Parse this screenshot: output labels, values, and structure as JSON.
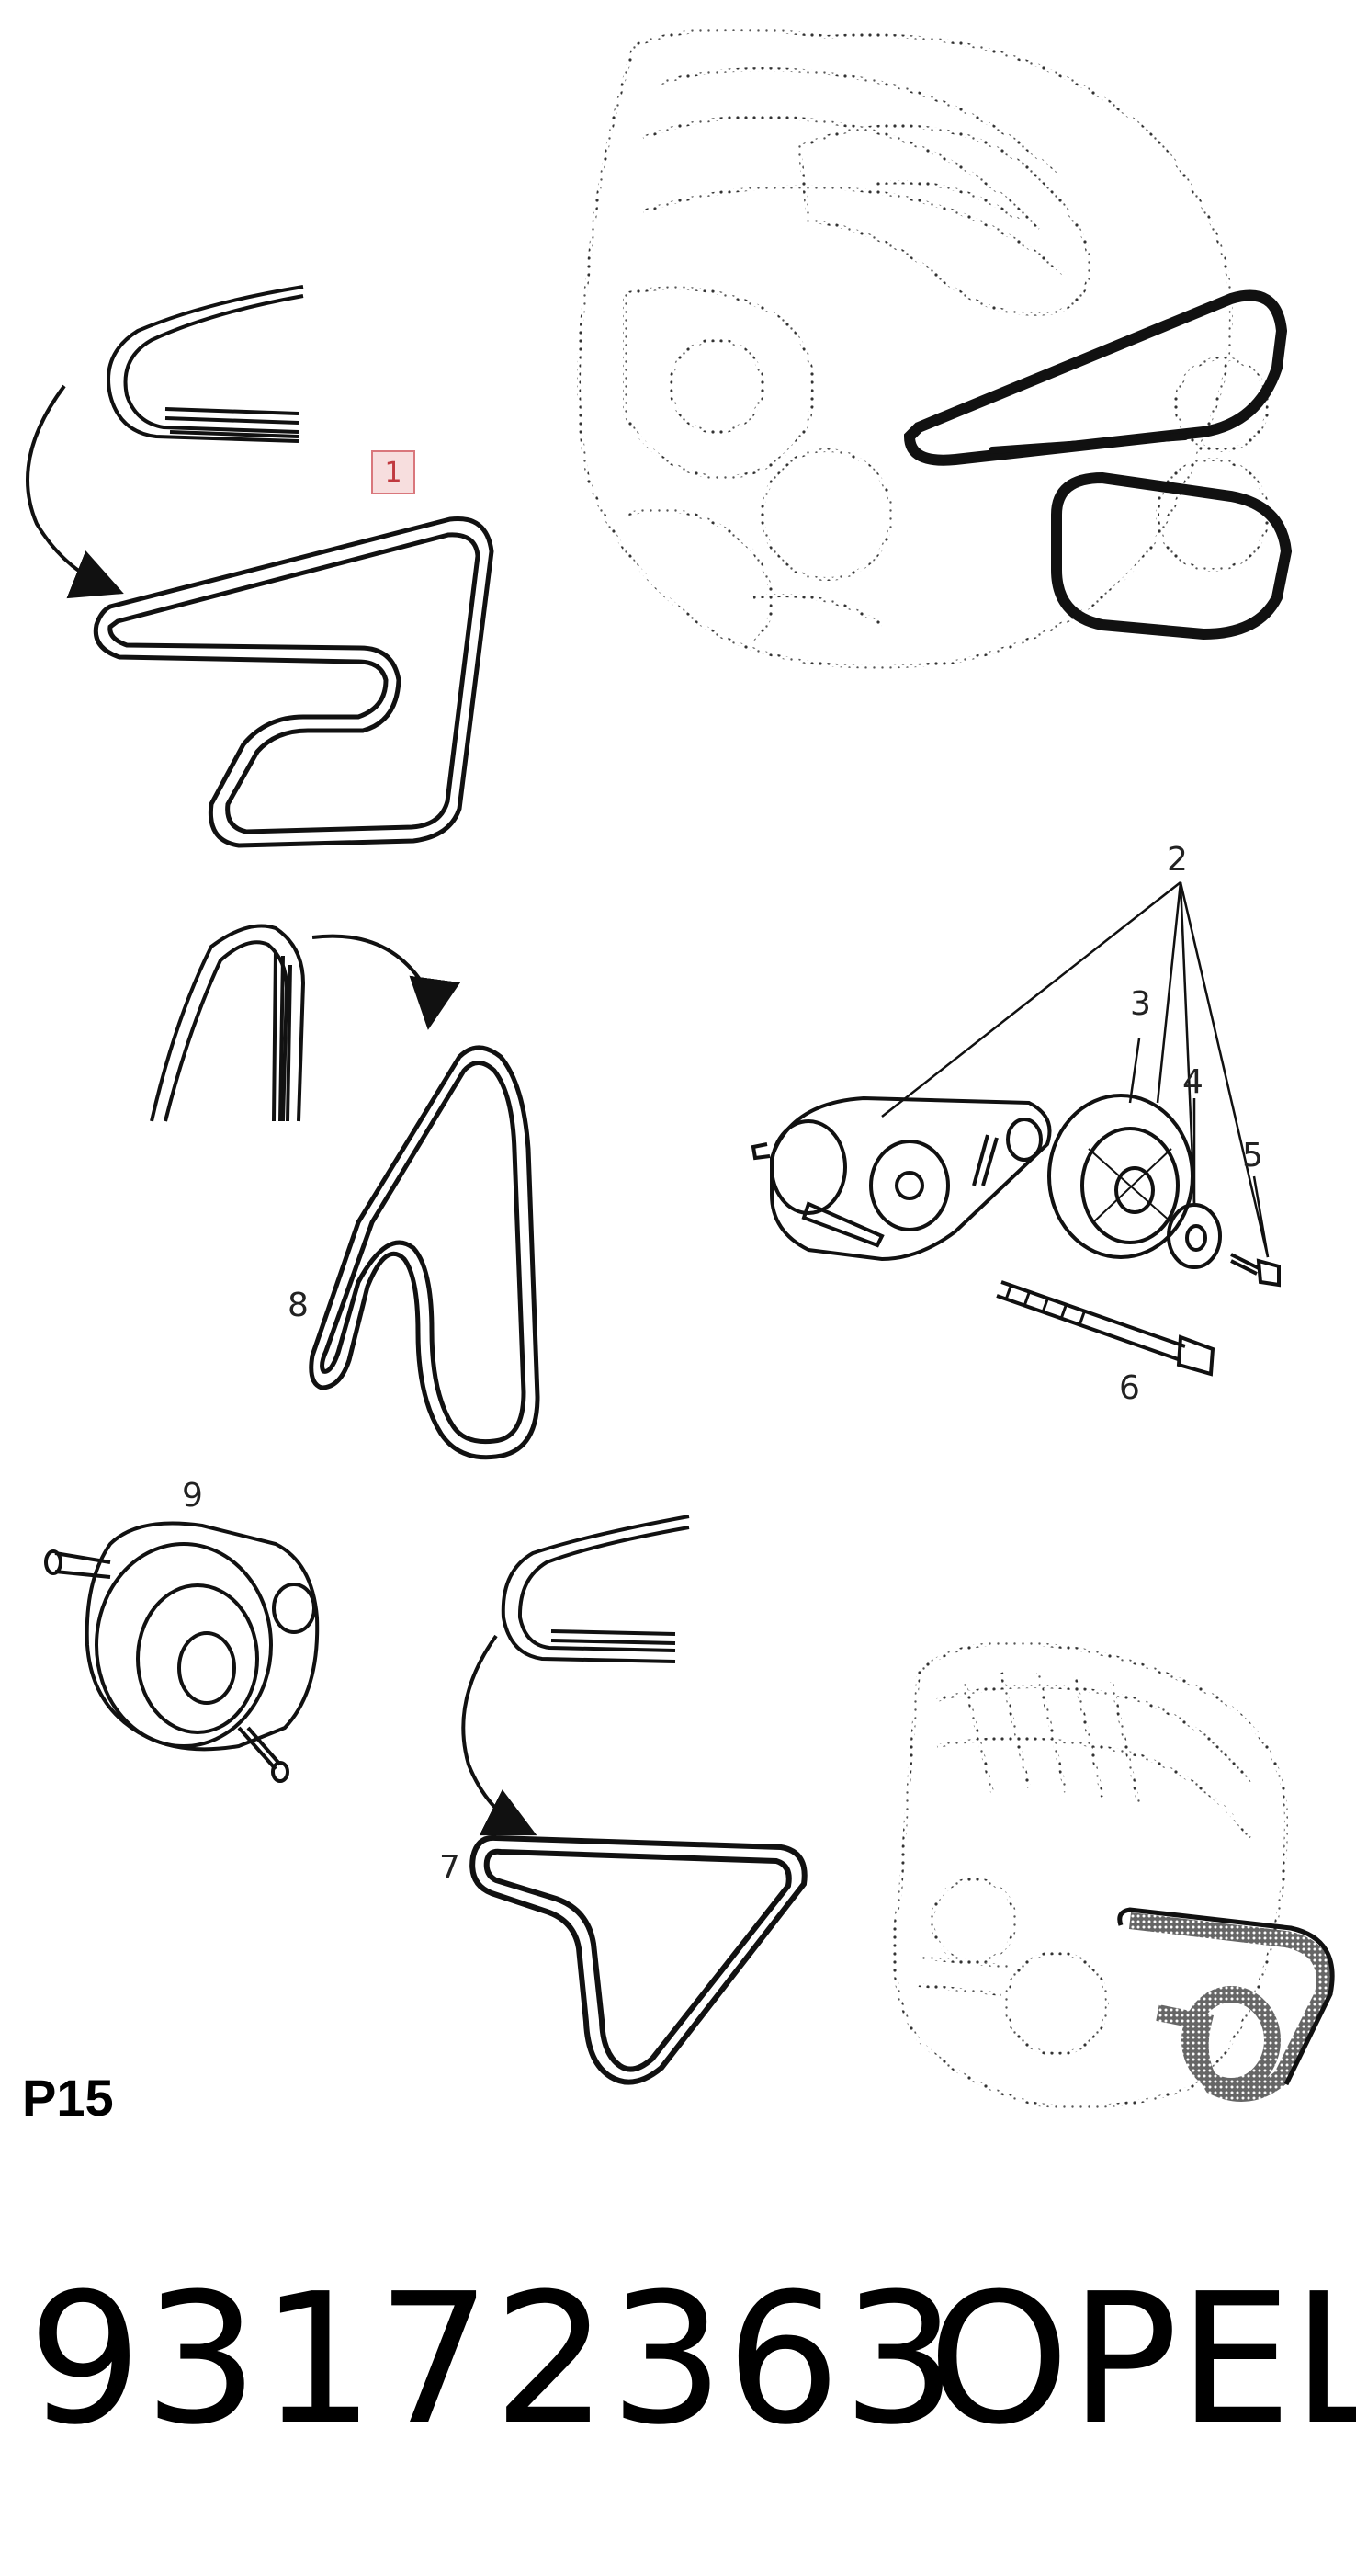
{
  "diagram": {
    "callouts": {
      "c1": "1",
      "c2": "2",
      "c3": "3",
      "c4": "4",
      "c5": "5",
      "c6": "6",
      "c7": "7",
      "c8": "8",
      "c9": "9"
    },
    "page_code": "P15",
    "part_number": "93172363",
    "brand": "OPEL"
  },
  "colors": {
    "line": "#111111",
    "highlight_fill": "#f7dede",
    "highlight_border": "#d9777c",
    "highlight_text": "#c0393f"
  }
}
